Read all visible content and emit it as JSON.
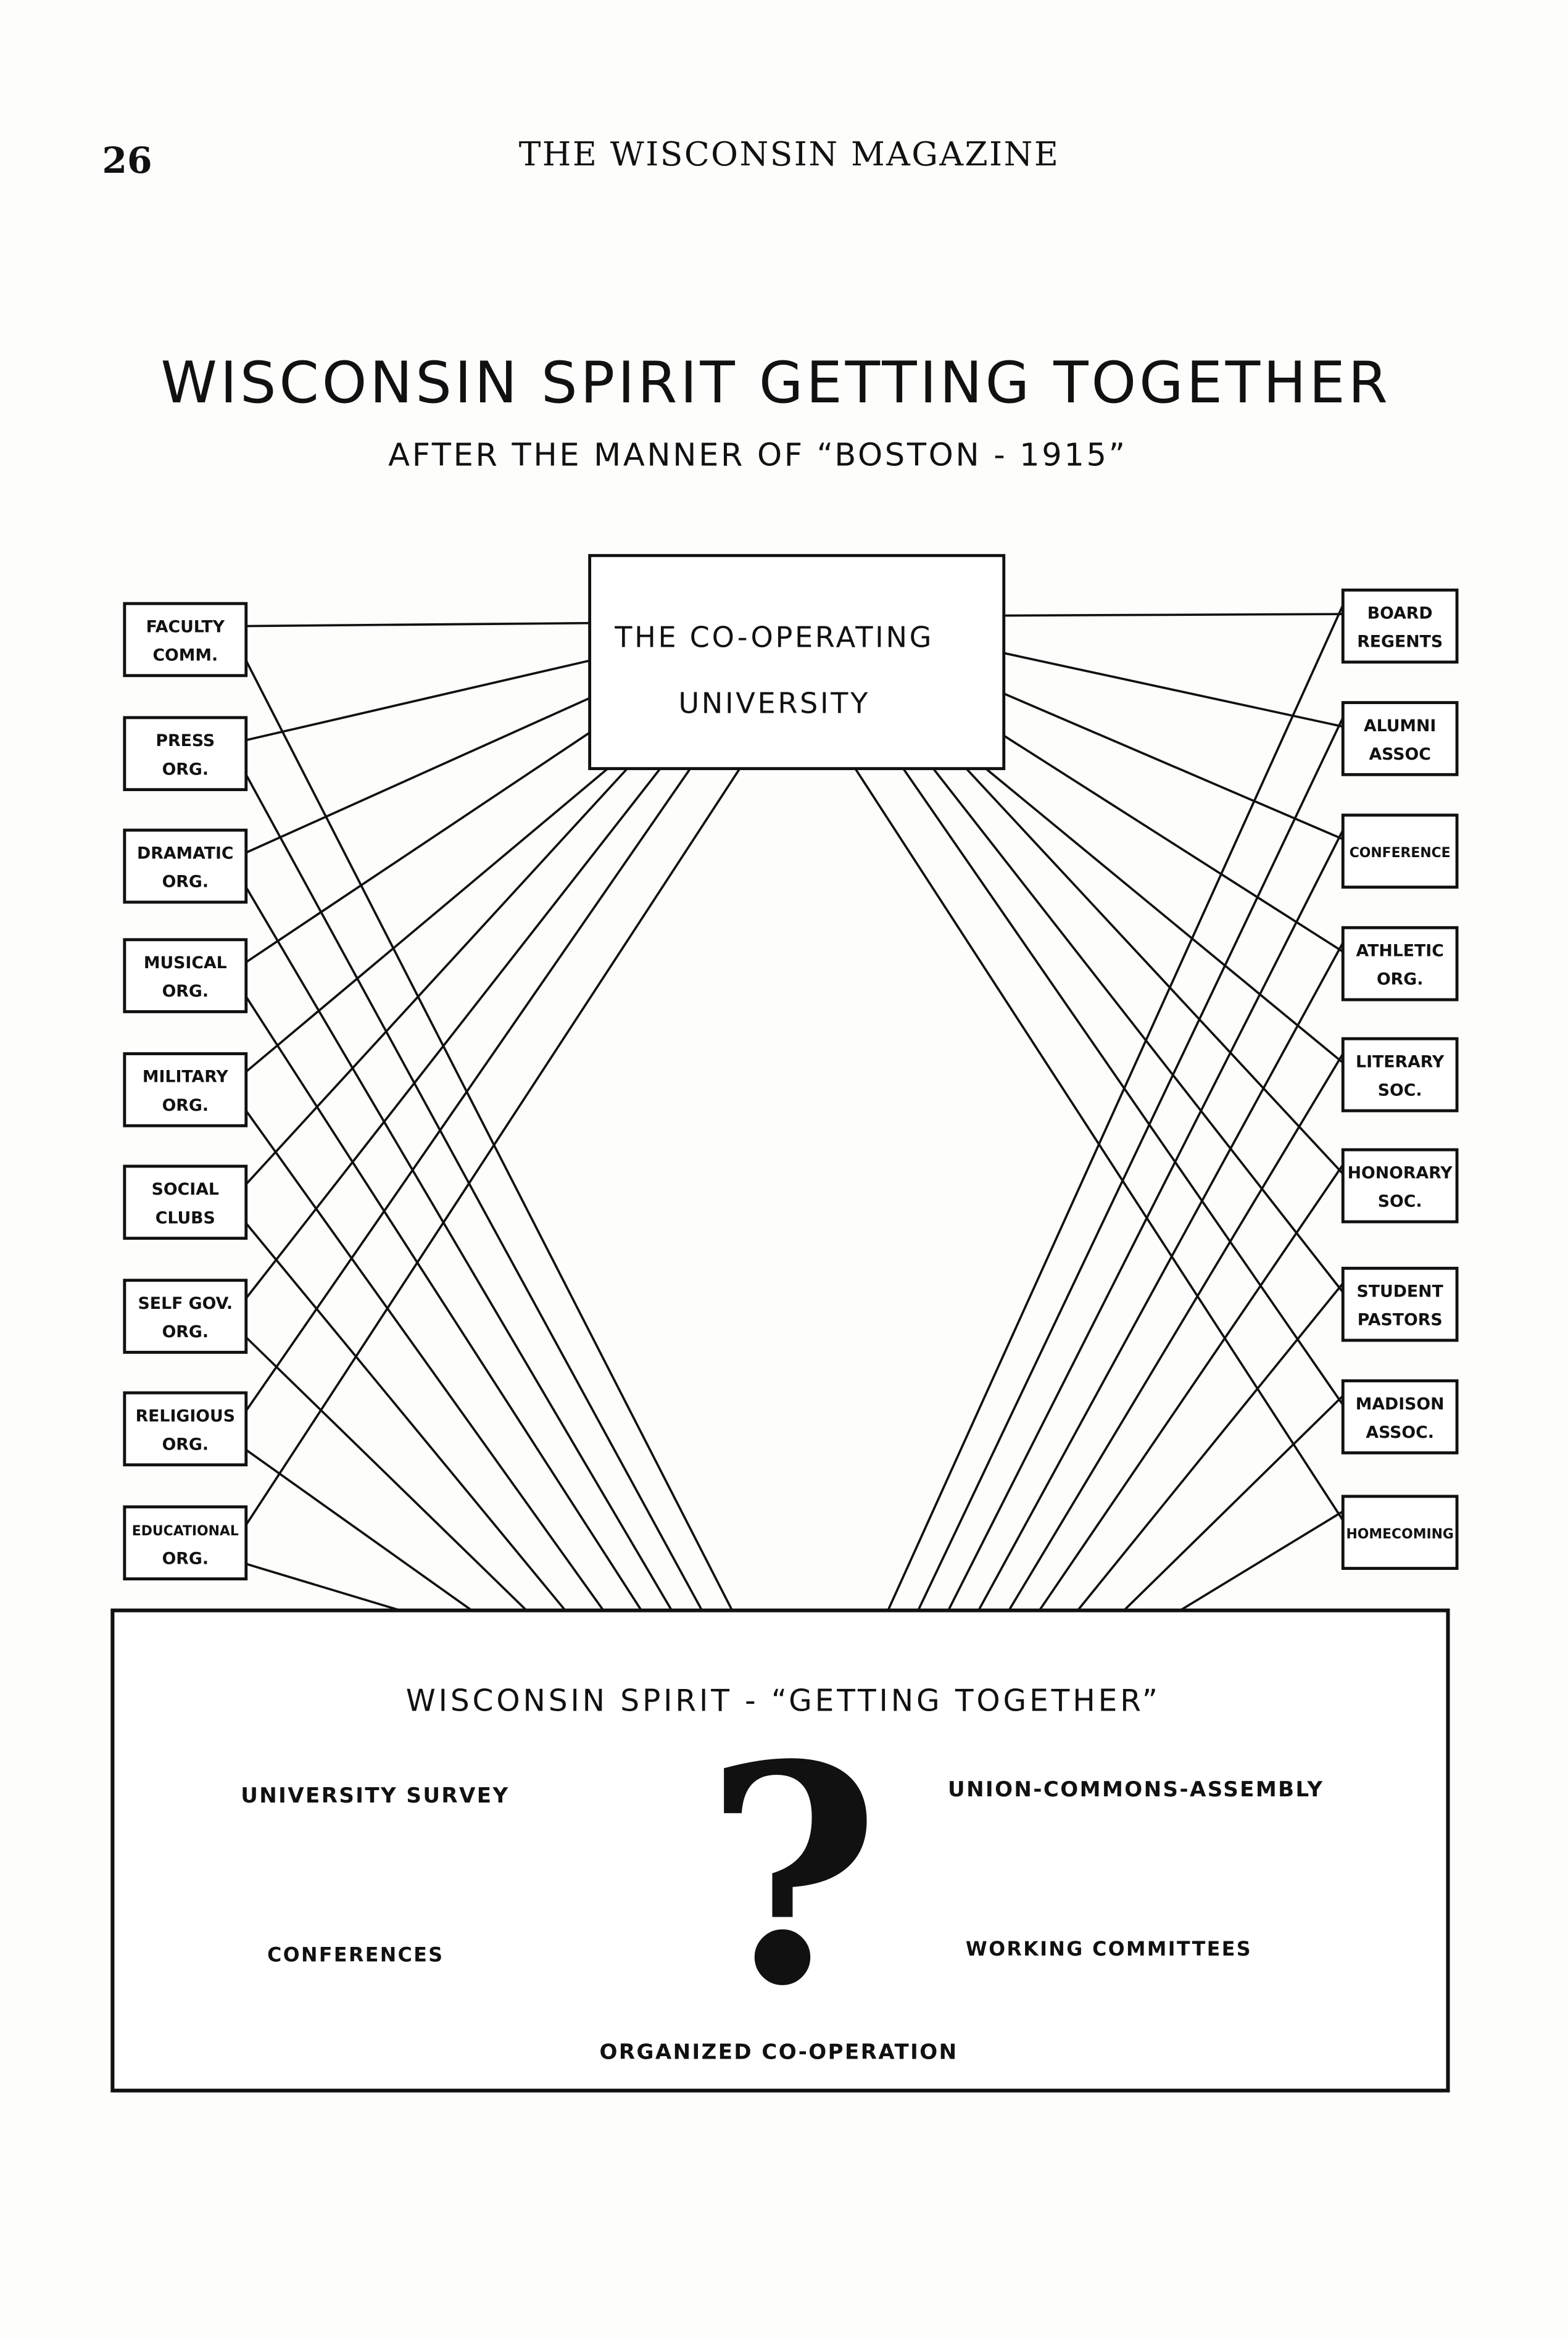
{
  "header": {
    "page_number": "26",
    "running_title": "THE WISCONSIN MAGAZINE"
  },
  "title": "WISCONSIN SPIRIT GETTING TOGETHER",
  "subtitle": "AFTER THE MANNER OF “BOSTON - 1915”",
  "center_box": {
    "line1": "THE CO-OPERATING",
    "line2": "UNIVERSITY"
  },
  "left_boxes": [
    {
      "line1": "FACULTY",
      "line2": "COMM."
    },
    {
      "line1": "PRESS",
      "line2": "ORG."
    },
    {
      "line1": "DRAMATIC",
      "line2": "ORG."
    },
    {
      "line1": "MUSICAL",
      "line2": "ORG."
    },
    {
      "line1": "MILITARY",
      "line2": "ORG."
    },
    {
      "line1": "SOCIAL",
      "line2": "CLUBS"
    },
    {
      "line1": "SELF GOV.",
      "line2": "ORG."
    },
    {
      "line1": "RELIGIOUS",
      "line2": "ORG."
    },
    {
      "line1": "EDUCATIONAL",
      "line2": "ORG."
    }
  ],
  "right_boxes": [
    {
      "line1": "BOARD",
      "line2": "REGENTS"
    },
    {
      "line1": "ALUMNI",
      "line2": "ASSOC"
    },
    {
      "line1": "CONFERENCE",
      "line2": ""
    },
    {
      "line1": "ATHLETIC",
      "line2": "ORG."
    },
    {
      "line1": "LITERARY",
      "line2": "SOC."
    },
    {
      "line1": "HONORARY",
      "line2": "SOC."
    },
    {
      "line1": "STUDENT",
      "line2": "PASTORS"
    },
    {
      "line1": "MADISON",
      "line2": "ASSOC."
    },
    {
      "line1": "HOMECOMING",
      "line2": ""
    }
  ],
  "bottom_box": {
    "heading": "WISCONSIN SPIRIT - “GETTING TOGETHER”",
    "item_university_survey": "UNIVERSITY SURVEY",
    "item_union": "UNION-COMMONS-ASSEMBLY",
    "item_conferences": "CONFERENCES",
    "item_working": "WORKING COMMITTEES",
    "item_organized": "ORGANIZED CO-OPERATION",
    "question_mark": "?"
  }
}
